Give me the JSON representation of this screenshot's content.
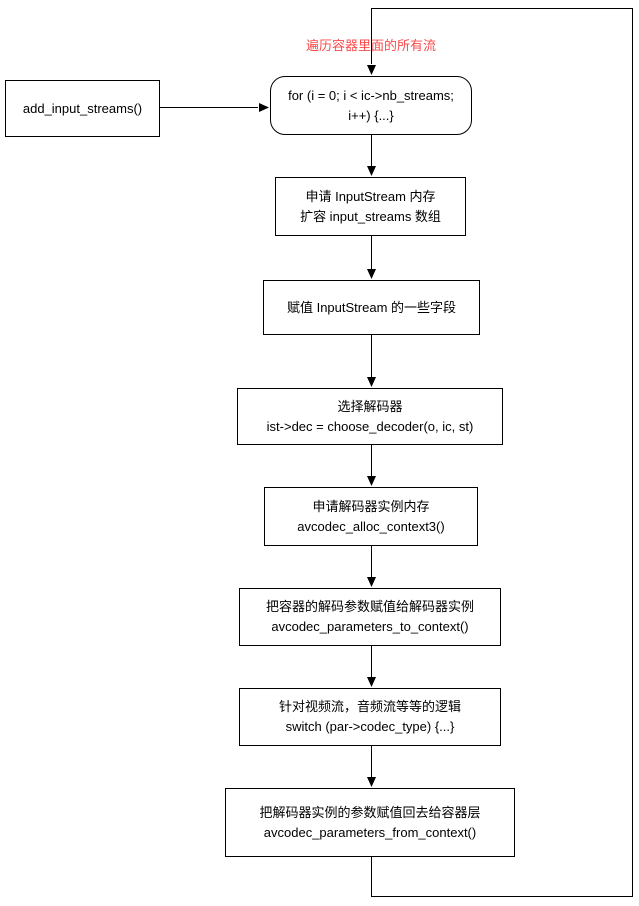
{
  "diagram": {
    "annotation": {
      "text": "遍历容器里面的所有流",
      "color": "#fa4b4b"
    },
    "nodes": [
      {
        "name": "add-input-streams",
        "shape": "rect",
        "lines": [
          "add_input_streams()"
        ]
      },
      {
        "name": "for-loop",
        "shape": "rounded",
        "lines": [
          "for (i = 0; i < ic->nb_streams;",
          "i++) {...}"
        ]
      },
      {
        "name": "alloc-inputstream",
        "shape": "rect",
        "lines": [
          "申请 InputStream 内存",
          "扩容 input_streams 数组"
        ]
      },
      {
        "name": "assign-fields",
        "shape": "rect",
        "lines": [
          "赋值 InputStream 的一些字段"
        ]
      },
      {
        "name": "choose-decoder",
        "shape": "rect",
        "lines": [
          "选择解码器",
          "ist->dec = choose_decoder(o, ic, st)"
        ]
      },
      {
        "name": "alloc-context",
        "shape": "rect",
        "lines": [
          "申请解码器实例内存",
          "avcodec_alloc_context3()"
        ]
      },
      {
        "name": "params-to-context",
        "shape": "rect",
        "lines": [
          "把容器的解码参数赋值给解码器实例",
          "avcodec_parameters_to_context()"
        ]
      },
      {
        "name": "switch-codec-type",
        "shape": "rect",
        "lines": [
          "针对视频流，音频流等等的逻辑",
          "switch (par->codec_type) {...}"
        ]
      },
      {
        "name": "params-from-context",
        "shape": "rect",
        "lines": [
          "把解码器实例的参数赋值回去给容器层",
          "avcodec_parameters_from_context()"
        ]
      }
    ],
    "colors": {
      "stroke": "#000000",
      "node_fill": "#ffffff",
      "annotation_red": "#fa4b4b",
      "background": "#ffffff"
    }
  }
}
